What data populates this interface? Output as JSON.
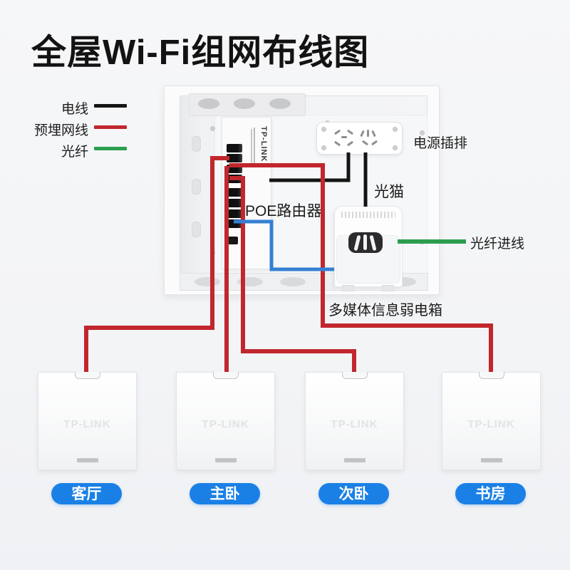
{
  "title": "全屋Wi-Fi组网布线图",
  "brand": "TP-LINK",
  "legend": {
    "items": [
      {
        "label": "电线",
        "color": "#141414"
      },
      {
        "label": "预埋网线",
        "color": "#c1272d"
      },
      {
        "label": "光纤",
        "color": "#2b9e4f"
      }
    ]
  },
  "labels": {
    "power_strip": "电源插排",
    "modem": "光猫",
    "poe_router": "POE路由器",
    "fiber_inlet": "光纤进线",
    "weak_box": "多媒体信息弱电箱"
  },
  "rooms": [
    {
      "label": "客厅"
    },
    {
      "label": "主卧"
    },
    {
      "label": "次卧"
    },
    {
      "label": "书房"
    }
  ],
  "colors": {
    "wire_power": "#141414",
    "wire_lan": "#c1272d",
    "wire_fiber": "#2b9e4f",
    "wire_patch": "#3580d4",
    "room_button": "#1a80e6"
  }
}
